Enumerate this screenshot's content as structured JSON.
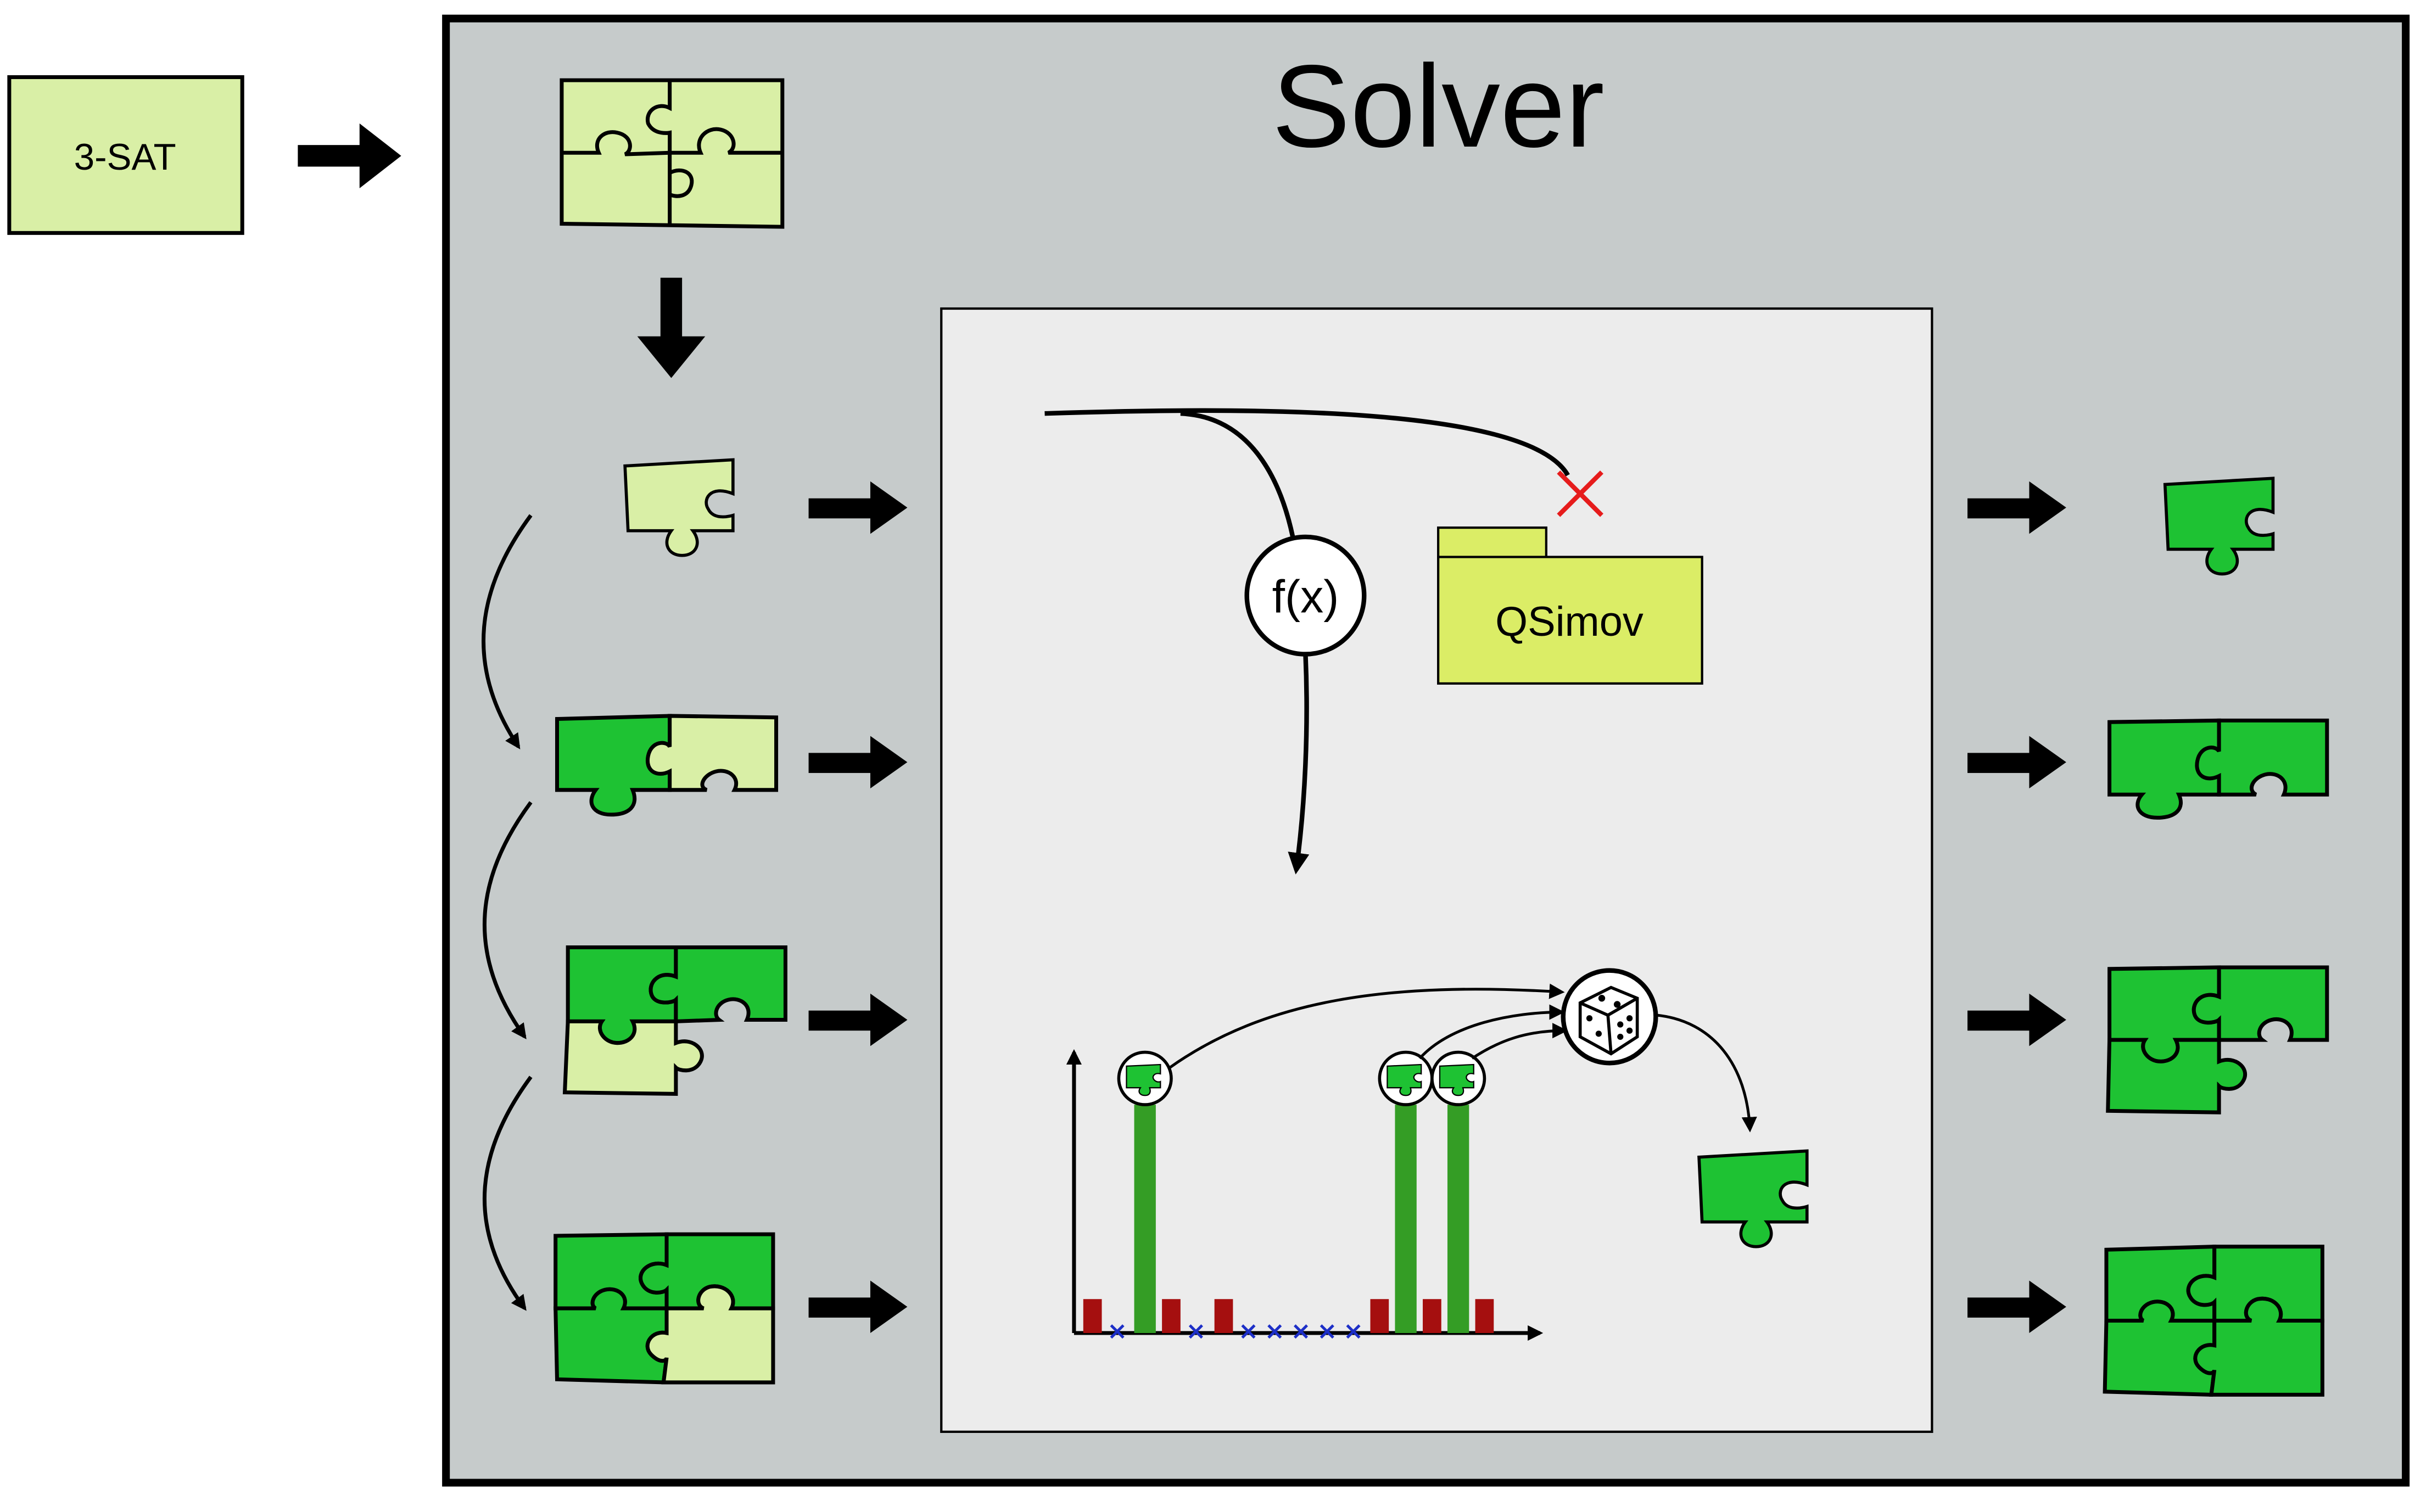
{
  "input": {
    "label": "3-SAT"
  },
  "solver": {
    "title": "Solver"
  },
  "simulator": {
    "label": "QSimov",
    "function_label": "f(x)"
  },
  "colors": {
    "light_piece": "#d9efa6",
    "done_piece": "#1ec233",
    "solver_bg": "#c6cbcb",
    "panel_bg": "#ececec",
    "qsimov_fill": "#dbed66",
    "bar_green": "#349d25",
    "bar_red": "#a50f0f",
    "marker_blue": "#1d2fc7",
    "cross_red": "#e61c1c"
  },
  "icons": [
    "right-arrow-icon",
    "down-arrow-icon",
    "puzzle-icon",
    "dice-icon",
    "cross-icon",
    "folder-icon"
  ]
}
